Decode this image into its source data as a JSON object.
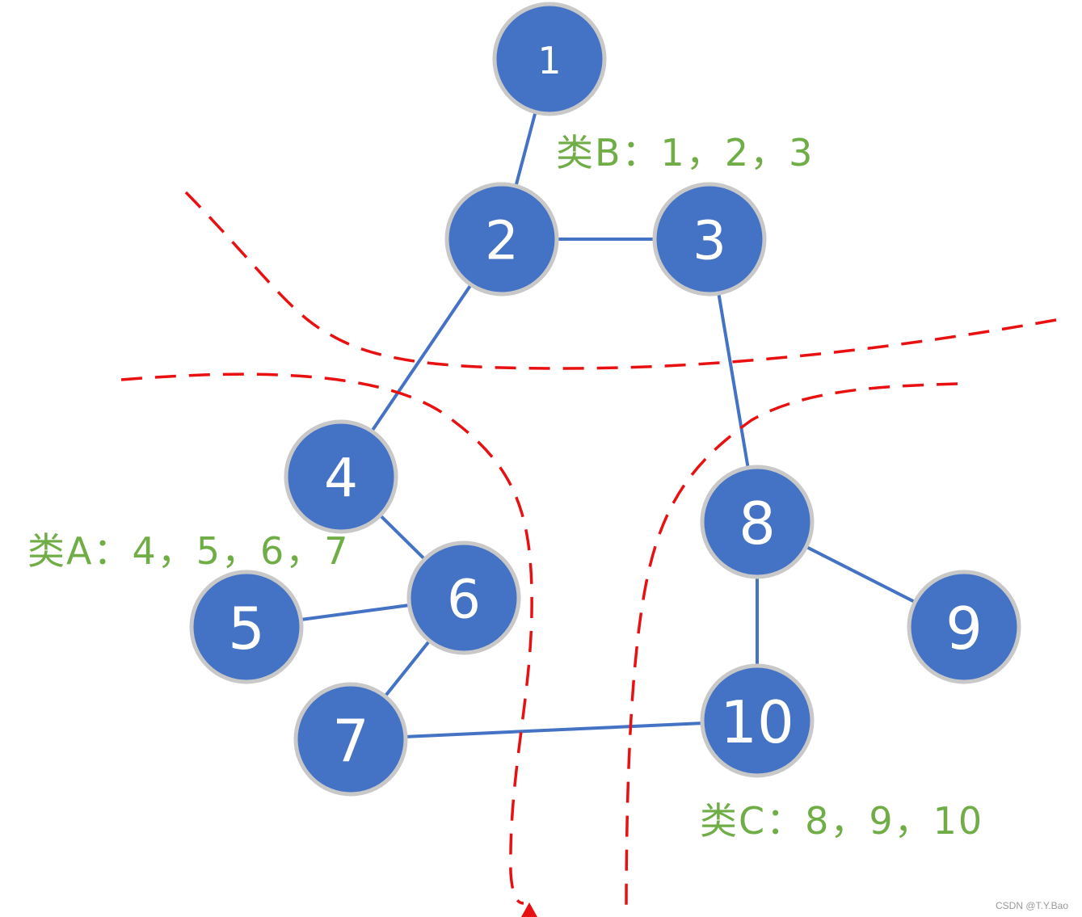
{
  "colors": {
    "node_fill": "#4472C4",
    "node_border": "#C8C8C8",
    "edge": "#4472C4",
    "cut_line": "#E81010",
    "group_label": "#70AD47",
    "watermark": "#999999"
  },
  "nodes": [
    {
      "id": "1",
      "label": "1"
    },
    {
      "id": "2",
      "label": "2"
    },
    {
      "id": "3",
      "label": "3"
    },
    {
      "id": "4",
      "label": "4"
    },
    {
      "id": "5",
      "label": "5"
    },
    {
      "id": "6",
      "label": "6"
    },
    {
      "id": "7",
      "label": "7"
    },
    {
      "id": "8",
      "label": "8"
    },
    {
      "id": "9",
      "label": "9"
    },
    {
      "id": "10",
      "label": "10"
    }
  ],
  "edges": [
    {
      "from": "1",
      "to": "2"
    },
    {
      "from": "2",
      "to": "3"
    },
    {
      "from": "2",
      "to": "4"
    },
    {
      "from": "3",
      "to": "8"
    },
    {
      "from": "4",
      "to": "6"
    },
    {
      "from": "5",
      "to": "6"
    },
    {
      "from": "6",
      "to": "7"
    },
    {
      "from": "7",
      "to": "10"
    },
    {
      "from": "8",
      "to": "9"
    },
    {
      "from": "8",
      "to": "10"
    }
  ],
  "groups": {
    "A": {
      "label": "类A：4，5，6，7"
    },
    "B": {
      "label": "类B：1，2，3"
    },
    "C": {
      "label": "类C：8，9，10"
    }
  },
  "watermark": "CSDN @T.Y.Bao"
}
